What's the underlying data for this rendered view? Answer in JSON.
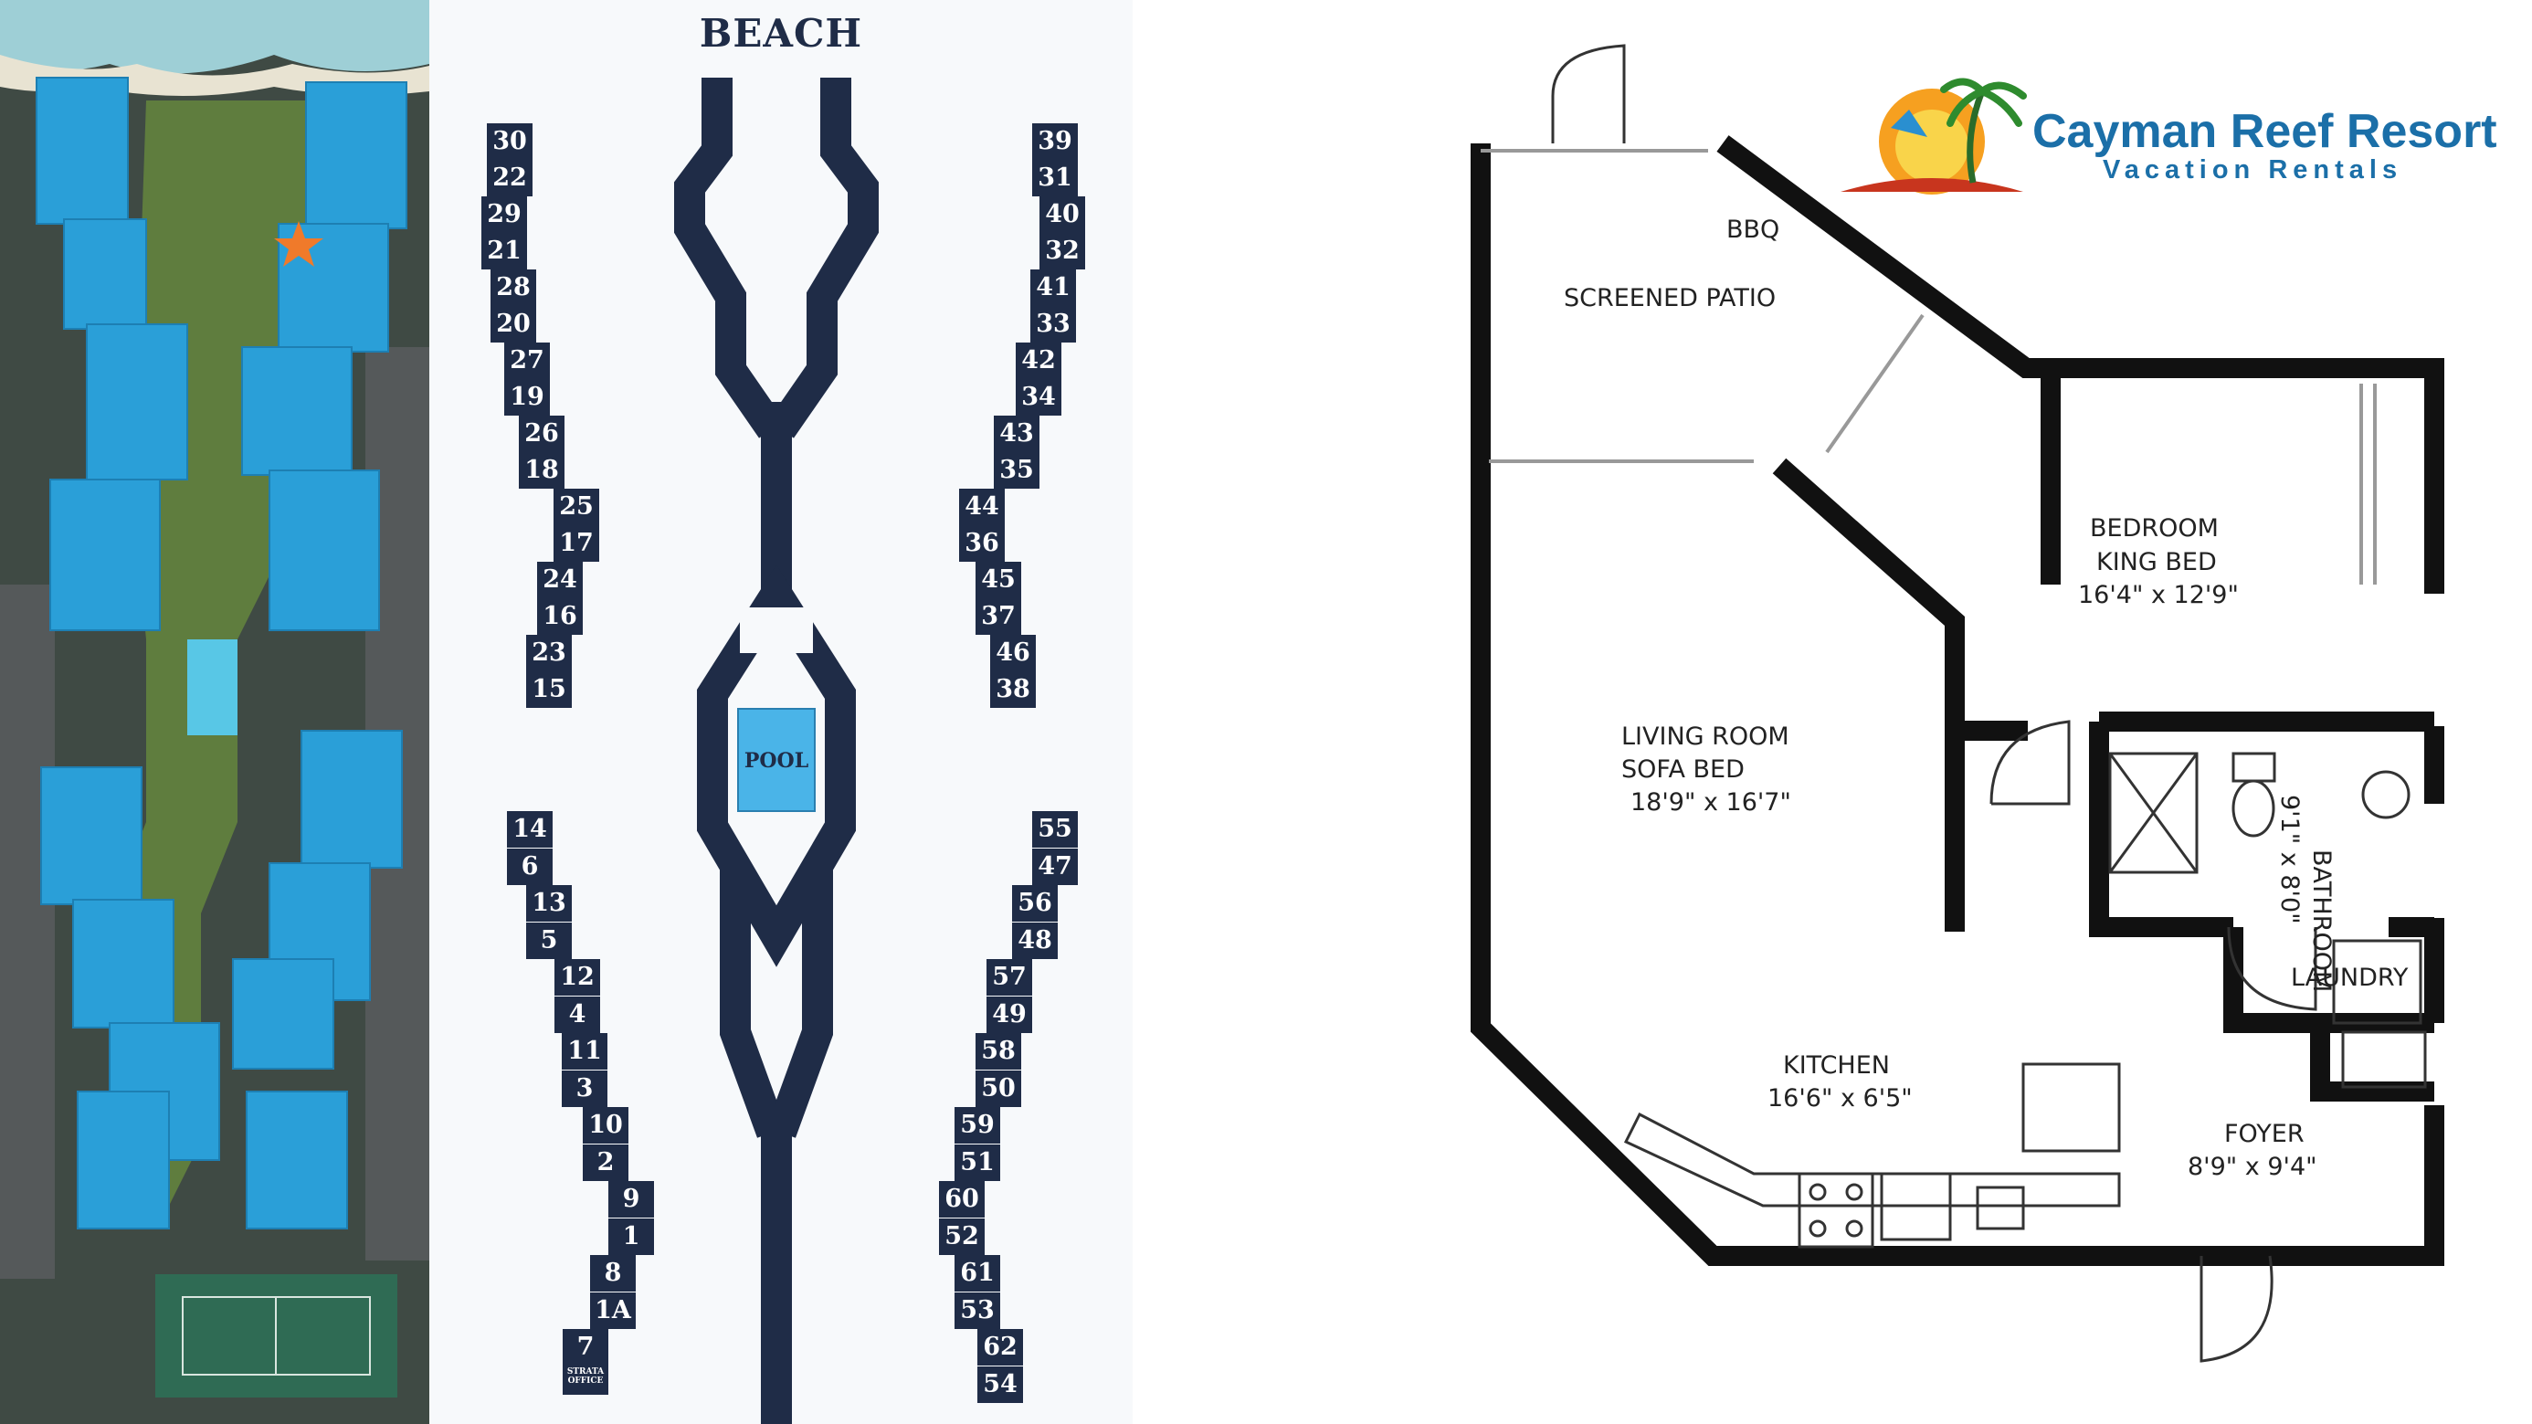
{
  "site_map": {
    "title": "BEACH",
    "pool_label": "POOL",
    "units_left_top": [
      "30",
      "22",
      "29",
      "21",
      "28",
      "20",
      "27",
      "19",
      "26",
      "18",
      "25",
      "17",
      "24",
      "16",
      "23",
      "15"
    ],
    "units_right_top": [
      "39",
      "31",
      "40",
      "32",
      "41",
      "33",
      "42",
      "34",
      "43",
      "35",
      "44",
      "36",
      "45",
      "37",
      "46",
      "38"
    ],
    "units_left_bottom": [
      "14",
      "6",
      "13",
      "5",
      "12",
      "4",
      "11",
      "3",
      "10",
      "2",
      "9",
      "1",
      "8",
      "1A",
      "7"
    ],
    "units_right_bottom": [
      "55",
      "47",
      "56",
      "48",
      "57",
      "49",
      "58",
      "50",
      "59",
      "51",
      "60",
      "52",
      "61",
      "53",
      "62",
      "54"
    ],
    "office_label": "STRATA OFFICE",
    "colors": {
      "navy": "#1f2c47",
      "pool": "#4ab4e8",
      "roof": "#2a9fd8"
    }
  },
  "logo": {
    "name": "Cayman Reef Resort",
    "tagline": "Vacation Rentals"
  },
  "floor_plan": {
    "bbq": "BBQ",
    "screened_patio": "SCREENED PATIO",
    "bedroom": {
      "line1": "BEDROOM",
      "line2": "KING BED",
      "dims": "16'4\" x 12'9\""
    },
    "living": {
      "line1": "LIVING ROOM",
      "line2": "SOFA BED",
      "dims": "18'9\" x 16'7\""
    },
    "bathroom": {
      "line1": "BATHROOM",
      "dims": "9'1\" x 8'0\""
    },
    "laundry": "LAUNDRY",
    "kitchen": {
      "line1": "KITCHEN",
      "dims": "16'6\" x 6'5\""
    },
    "foyer": {
      "line1": "FOYER",
      "dims": "8'9\" x 9'4\""
    }
  },
  "marker": {
    "icon": "star-icon",
    "color": "#f07a2a"
  }
}
